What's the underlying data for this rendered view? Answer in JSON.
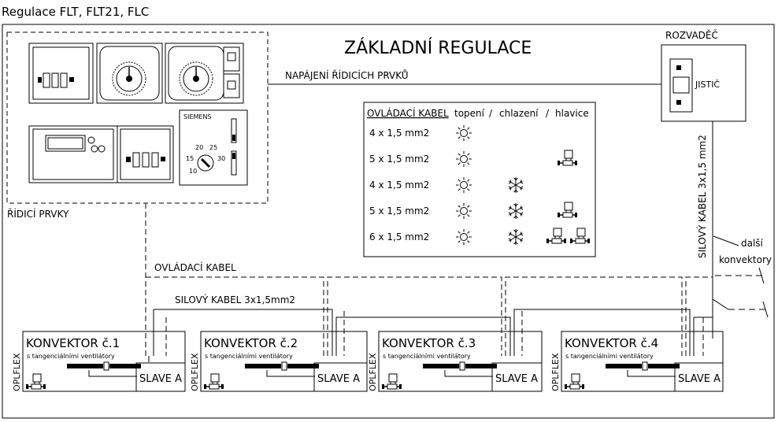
{
  "page_title": "Regulace FLT, FLT21, FLC",
  "main_title": "ZÁKLADNÍ REGULACE",
  "control_elements_label": "ŘÍDICÍ PRVKY",
  "power_supply_label": "NAPÁJENÍ ŘÍDICÍCH PRVKŮ",
  "switchboard": {
    "label": "ROZVADĚČ",
    "breaker_label": "JISTIČ"
  },
  "power_cable_vertical_label": "SILOVÝ KABEL 3x1,5 mm2",
  "more_convectors_label": [
    "další",
    "konvektory"
  ],
  "control_cable_label": "OVLÁDACÍ KABEL",
  "power_cable_label": "SILOVÝ KABEL 3x1,5mm2",
  "device_brand": "SIEMENS",
  "cable_table": {
    "header": {
      "cable": "OVLÁDACÍ KABEL",
      "functions": [
        "topení",
        "chlazení",
        "hlavice"
      ],
      "separator": "/"
    },
    "rows": [
      {
        "cable": "4 x 1,5 mm2",
        "heating": true,
        "cooling": false,
        "valves": 0
      },
      {
        "cable": "5 x 1,5 mm2",
        "heating": true,
        "cooling": false,
        "valves": 1
      },
      {
        "cable": "4 x 1,5 mm2",
        "heating": true,
        "cooling": true,
        "valves": 0
      },
      {
        "cable": "5 x 1,5 mm2",
        "heating": true,
        "cooling": true,
        "valves": 1
      },
      {
        "cable": "6 x 1,5 mm2",
        "heating": true,
        "cooling": true,
        "valves": 2
      }
    ]
  },
  "convectors": [
    {
      "title": "KONVEKTOR č.1",
      "subtitle": "s tangenciálními ventilátory",
      "slave": "SLAVE A",
      "side_label": "OPLFLEX"
    },
    {
      "title": "KONVEKTOR č.2",
      "subtitle": "s tangenciálními ventilátory",
      "slave": "SLAVE A",
      "side_label": "OPLFLEX"
    },
    {
      "title": "KONVEKTOR č.3",
      "subtitle": "s tangenciálními ventilátory",
      "slave": "SLAVE A",
      "side_label": "OPLFLEX"
    },
    {
      "title": "KONVEKTOR č.4",
      "subtitle": "s tangenciálními ventilátory",
      "slave": "SLAVE A",
      "side_label": "OPLFLEX"
    }
  ],
  "icons": {
    "heating": "sun-icon",
    "cooling": "snowflake-icon",
    "valve": "valve-actuator-icon"
  }
}
